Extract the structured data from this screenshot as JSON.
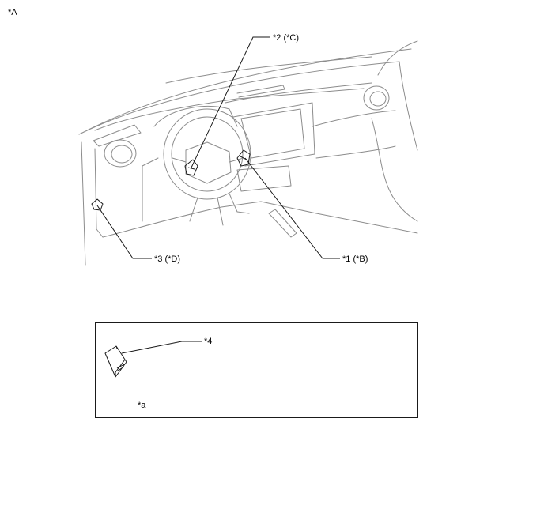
{
  "view_label": "*A",
  "callouts": {
    "c1": "*1 (*B)",
    "c2": "*2 (*C)",
    "c3": "*3 (*D)",
    "c4": "*4"
  },
  "inset": {
    "caption": "*a"
  }
}
